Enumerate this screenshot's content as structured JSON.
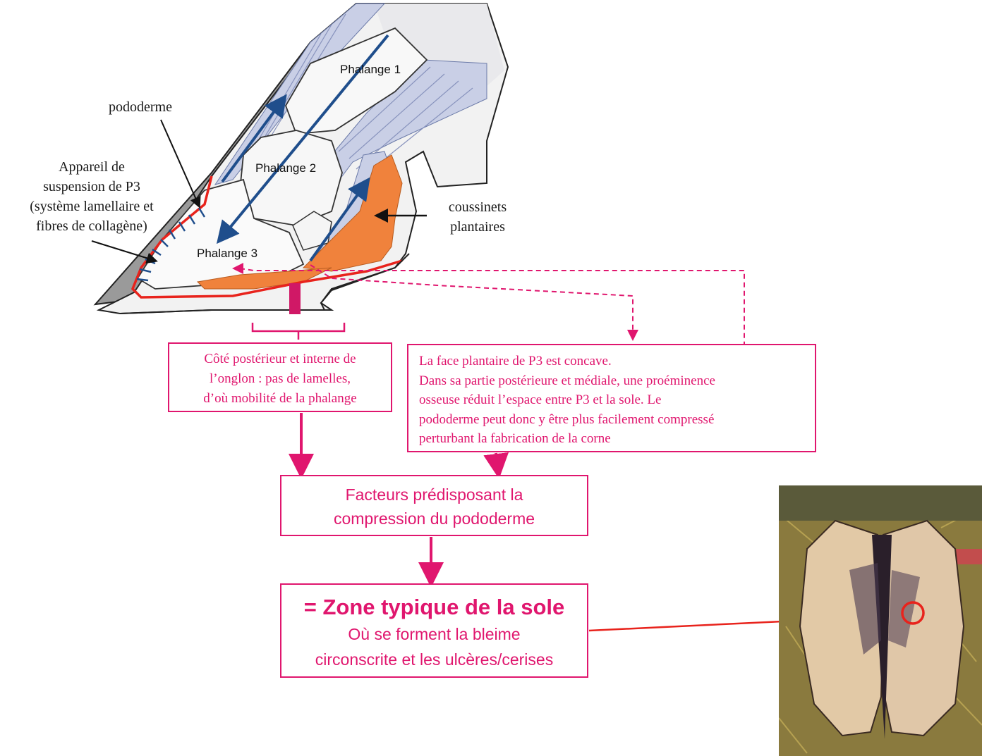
{
  "labels": {
    "pododerme": "pododerme",
    "appareil": [
      "Appareil de",
      "suspension de P3",
      "(système lamellaire et",
      "fibres de collagène)"
    ],
    "coussinets": [
      "coussinets",
      "plantaires"
    ],
    "phalange1": "Phalange 1",
    "phalange2": "Phalange 2",
    "phalange3": "Phalange 3"
  },
  "boxes": {
    "posterior": [
      "Côté postérieur et interne de",
      "l’onglon : pas de lamelles,",
      "d’où mobilité de la phalange"
    ],
    "plantar": [
      "La face plantaire de P3 est concave.",
      "Dans sa partie postérieure et médiale, une proéminence",
      "osseuse réduit l’espace entre P3 et la sole. Le",
      "pododerme peut donc y être plus facilement compressé",
      "perturbant la fabrication de la corne"
    ],
    "factors": [
      "Facteurs prédisposant la",
      "compression du pododerme"
    ],
    "zone_title": "= Zone typique de la sole",
    "zone_sub": [
      "Où se forment la bleime",
      "circonscrite et les ulcères/cerises"
    ]
  },
  "colors": {
    "accent": "#e0166e",
    "red_line": "#e8231c",
    "bone_arrow": "#1f4e8c",
    "cushion": "#f0823c",
    "tendon": "#c9cfe6"
  },
  "icons": {
    "hoof_section": "hoof-cross-section-illustration",
    "claw_photo": "bovine-claw-sole-photo"
  }
}
